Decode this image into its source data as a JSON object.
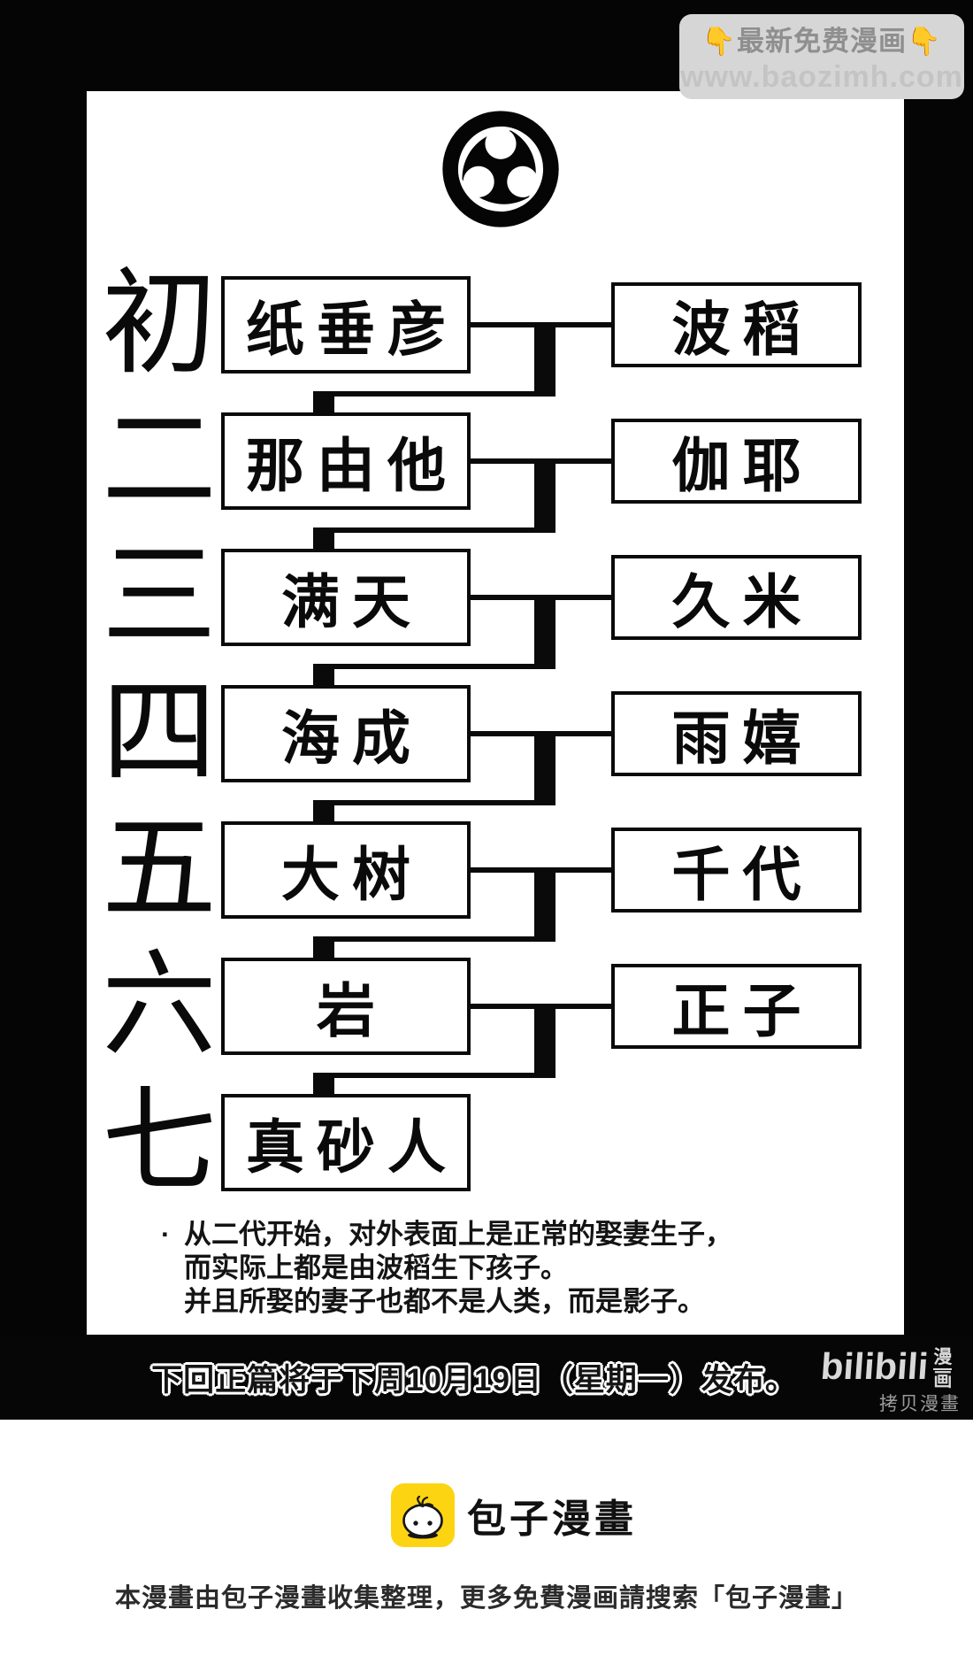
{
  "watermark": {
    "line1_emoji": "👇",
    "line1": "最新免费漫画",
    "line2": "www.baozimh.com"
  },
  "crest": "mitsudomoe",
  "generations": [
    {
      "label": "初",
      "descendant": "纸垂彦",
      "spouse": "波稻"
    },
    {
      "label": "二",
      "descendant": "那由他",
      "spouse": "伽耶"
    },
    {
      "label": "三",
      "descendant": "满天",
      "spouse": "久米"
    },
    {
      "label": "四",
      "descendant": "海成",
      "spouse": "雨嬉"
    },
    {
      "label": "五",
      "descendant": "大树",
      "spouse": "千代"
    },
    {
      "label": "六",
      "descendant": "岩",
      "spouse": "正子"
    },
    {
      "label": "七",
      "descendant": "真砂人",
      "spouse": null
    }
  ],
  "notes": {
    "bullet": "·",
    "lines": [
      "从二代开始，对外表面上是正常的娶妻生子，",
      "而实际上都是由波稻生下孩子。",
      "并且所娶的妻子也都不是人类，而是影子。"
    ]
  },
  "announcement": "下回正篇将于下周10月19日（星期一）发布。",
  "bilibili": {
    "wordmark": "bilibili",
    "label_top": "漫",
    "label_bottom": "画",
    "copy_watermark": "拷贝漫畫"
  },
  "footer": {
    "brand": "包子漫畫",
    "line": "本漫畫由包子漫畫收集整理，更多免費漫画請搜索「包子漫畫」"
  },
  "colors": {
    "background": "#050505",
    "panel": "#ffffff",
    "ink": "#0a0a0a",
    "watermark_box": "#d6d6d6",
    "watermark_text": "#8f8f8f",
    "watermark_url": "#c4c4c4",
    "emoji_yellow": "#e9b83a",
    "bilibili_gray": "#d9d9d9",
    "baozi_yellow": "#fcd411"
  }
}
